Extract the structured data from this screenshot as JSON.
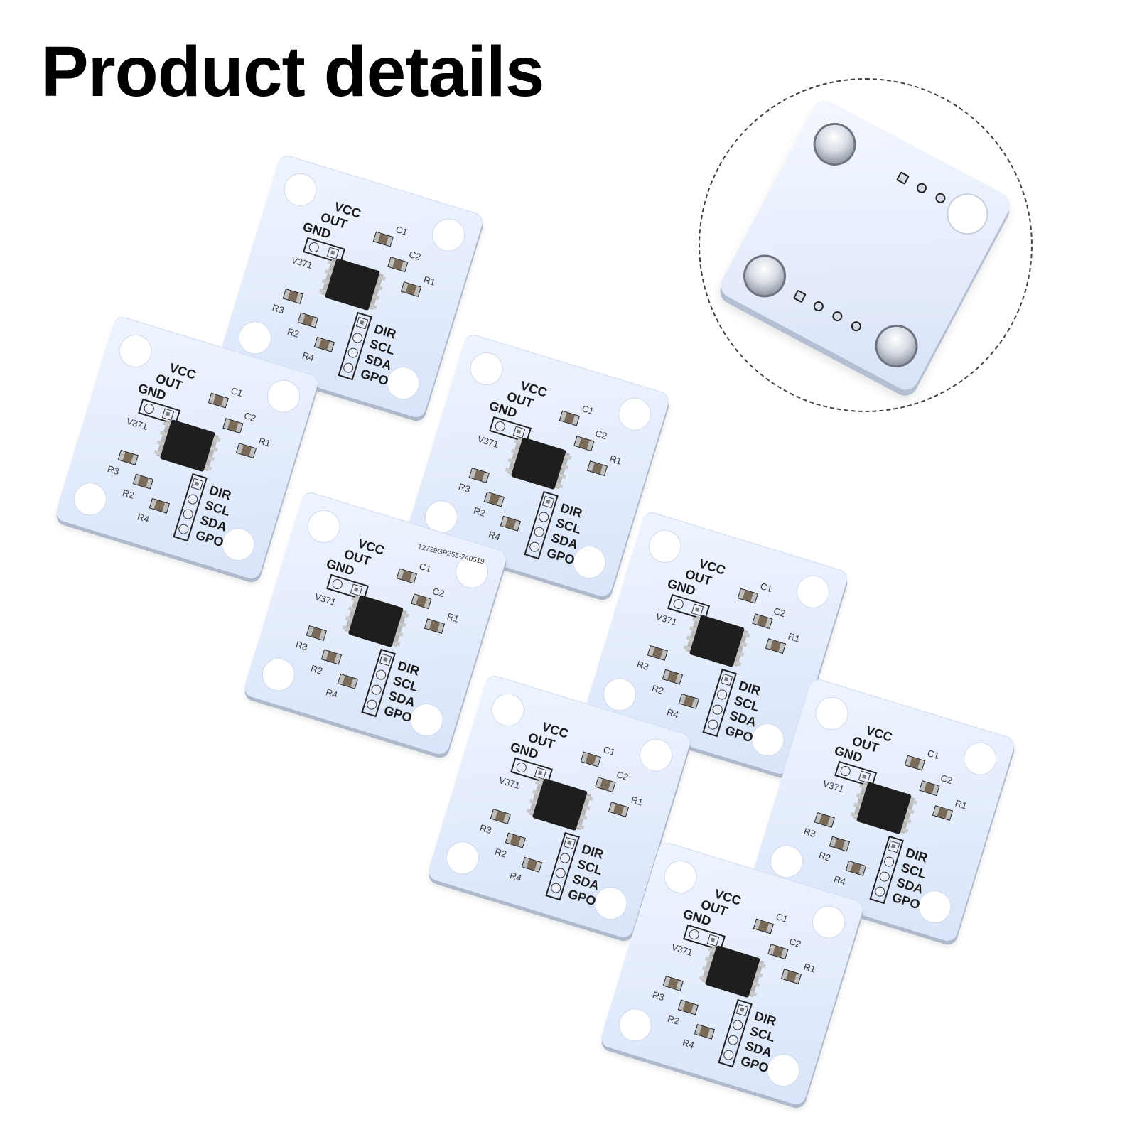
{
  "header": {
    "title": "Product details"
  },
  "board_labels": {
    "vcc": "VCC",
    "out": "OUT",
    "gnd": "GND",
    "version": "V371",
    "c1": "C1",
    "c2": "C2",
    "r1": "R1",
    "r2": "R2",
    "r3": "R3",
    "r4": "R4",
    "dir": "DIR",
    "scl": "SCL",
    "sda": "SDA",
    "gpo": "GPO",
    "serial": "12729GP255-240519"
  },
  "colors": {
    "board": "#e3ecfd",
    "silkscreen": "#1c1c1c",
    "chip": "#1e1e1e",
    "background": "#ffffff"
  }
}
